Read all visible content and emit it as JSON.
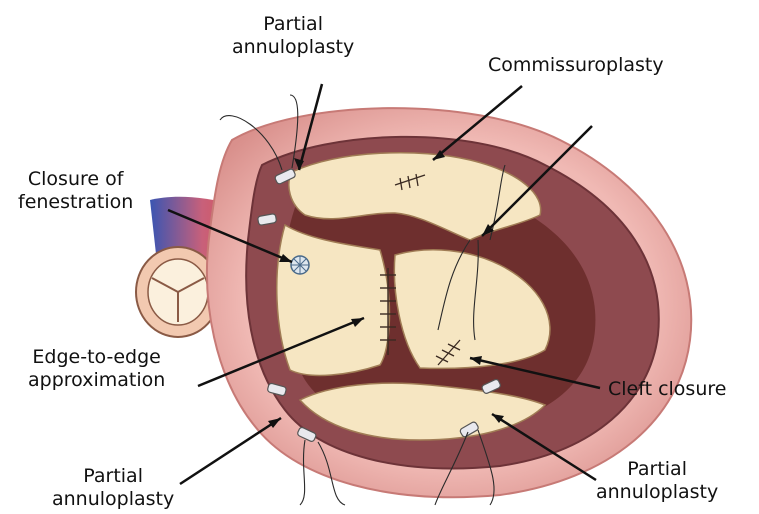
{
  "labels": {
    "partial_top": [
      "Partial",
      "annuloplasty"
    ],
    "commissuroplasty": "Commissuroplasty",
    "closure_fenestration": [
      "Closure of",
      "fenestration"
    ],
    "edge_to_edge": [
      "Edge-to-edge",
      "approximation"
    ],
    "cleft_closure": "Cleft closure",
    "partial_bottom_left": [
      "Partial",
      "annuloplasty"
    ],
    "partial_bottom_right": [
      "Partial",
      "annuloplasty"
    ]
  },
  "colors": {
    "outer_tissue": "#e8aaa6",
    "inner_wall": "#8e4a4f",
    "leaflet": "#f6e6c2",
    "valve_gap": "#6e2f2e",
    "aorta_blue": "#3a55b2",
    "aorta_red": "#d9534f"
  }
}
